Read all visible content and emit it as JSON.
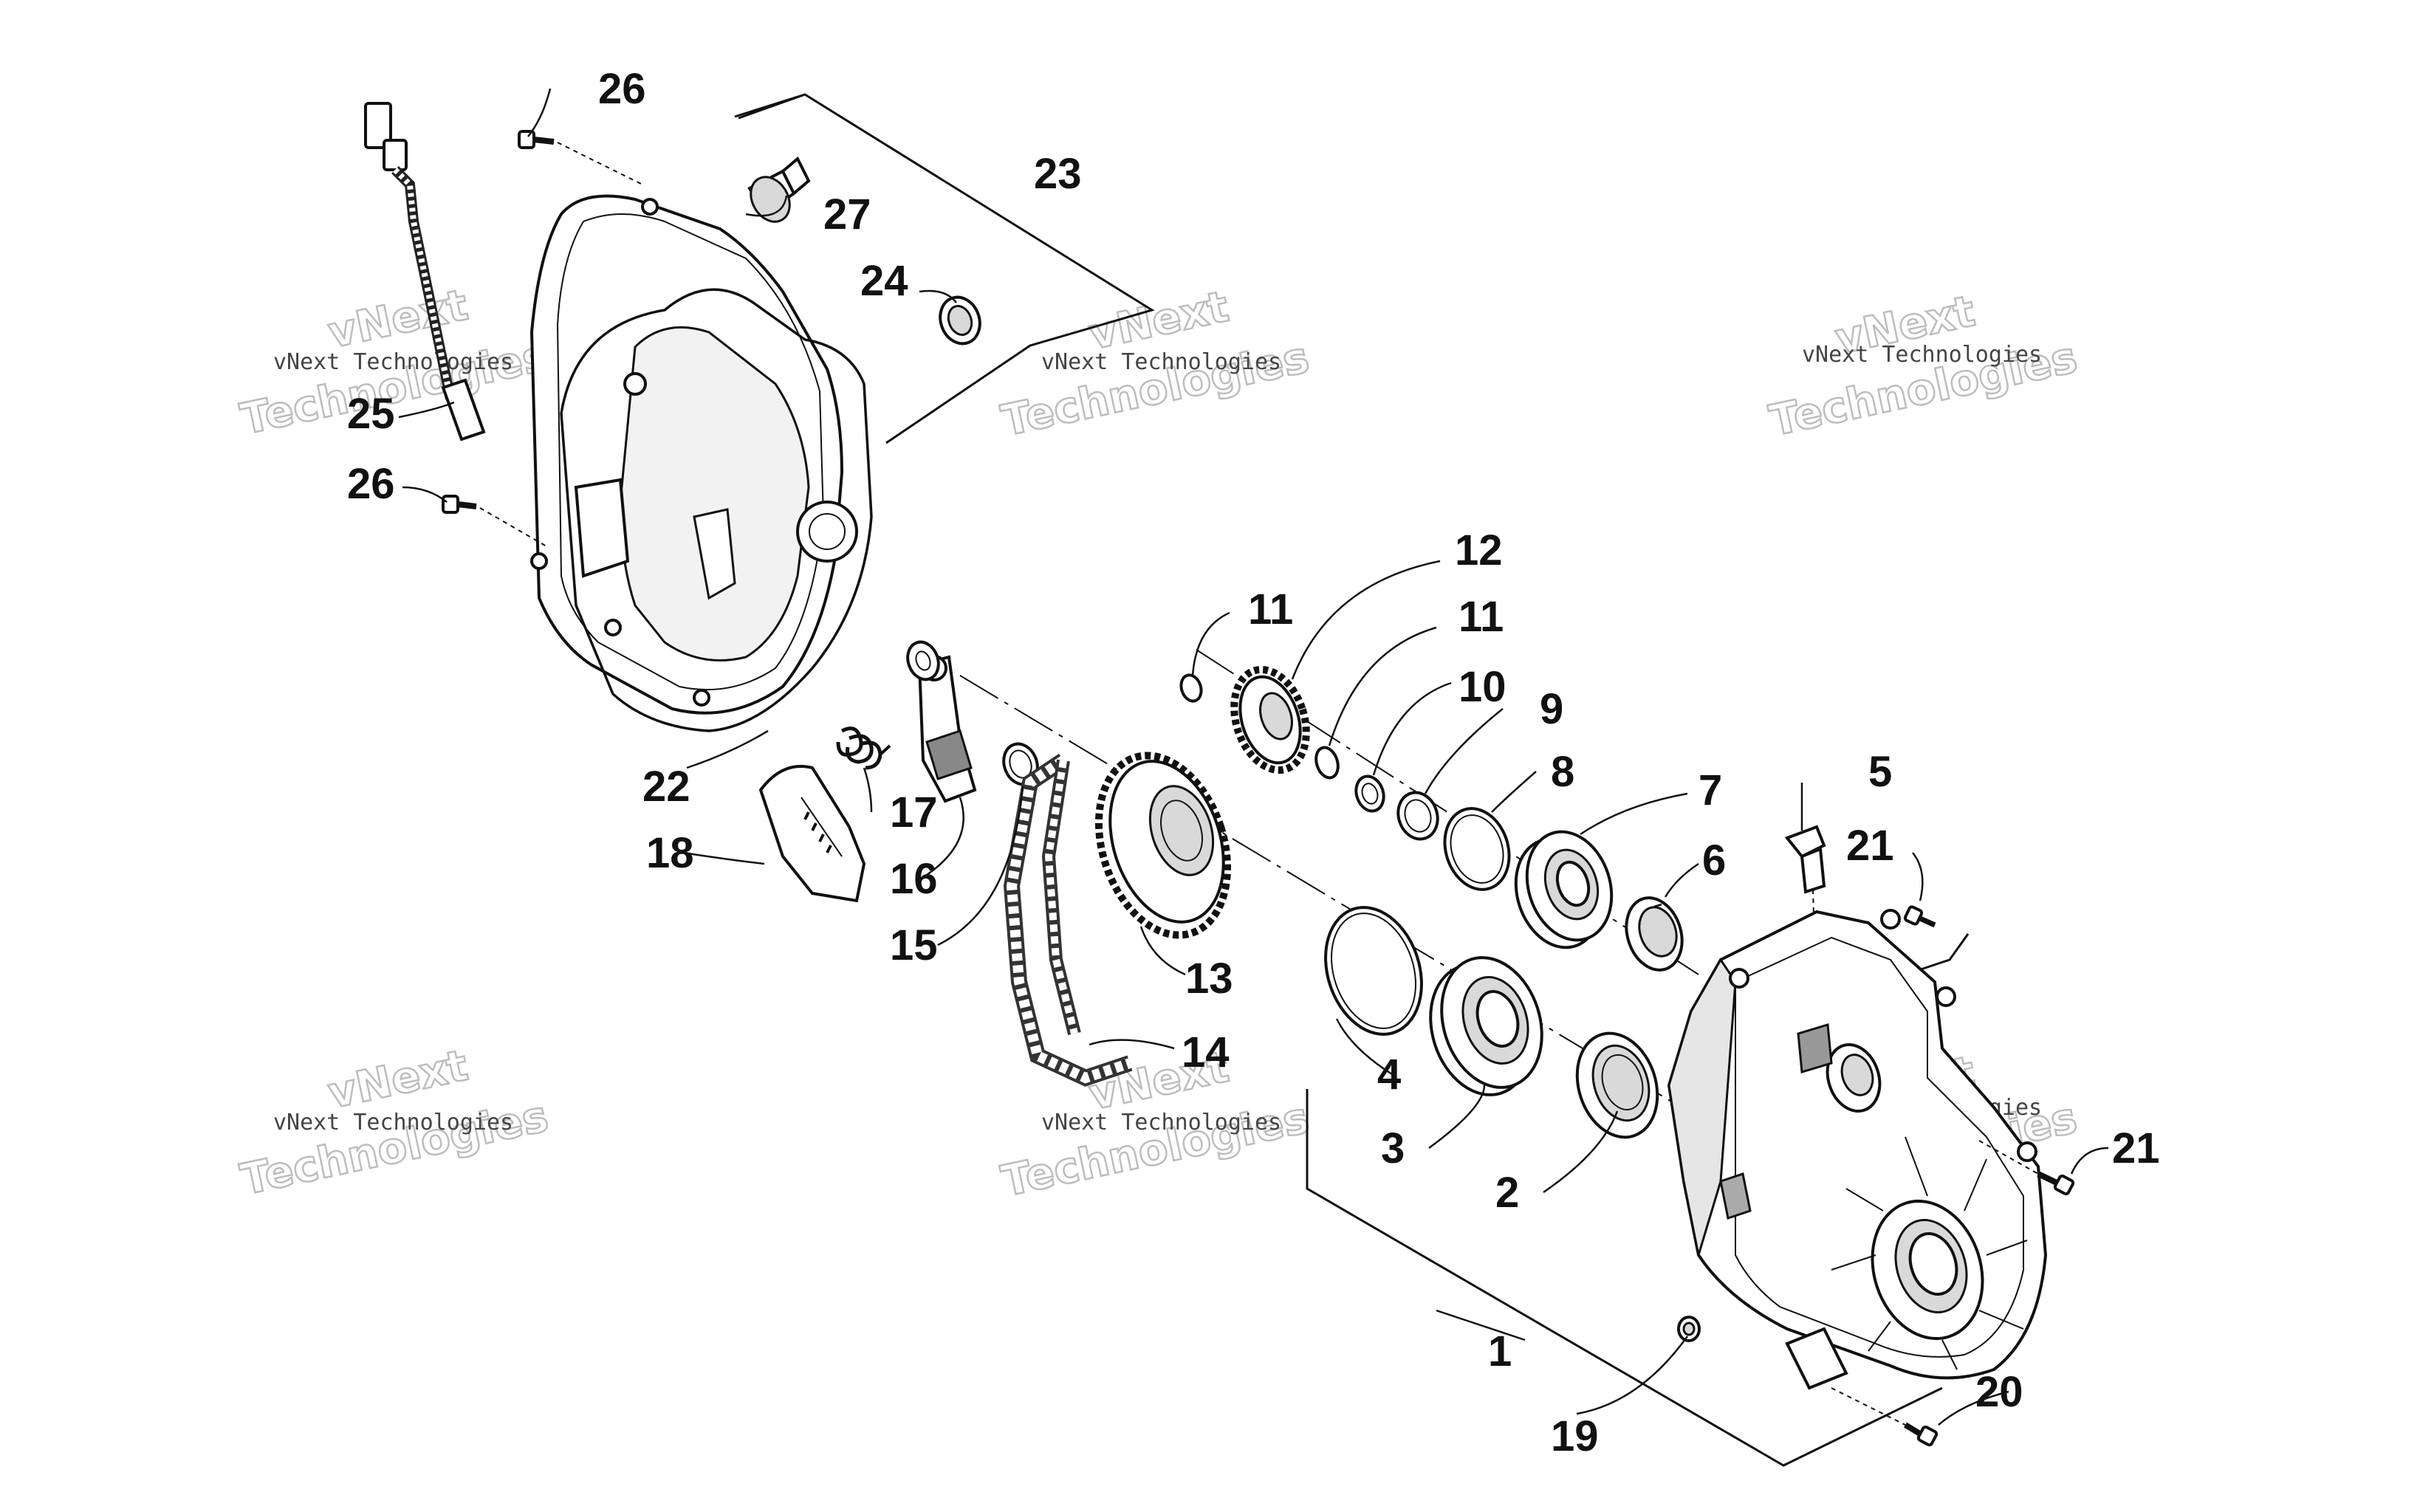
{
  "callouts": {
    "c1": "1",
    "c2": "2",
    "c3": "3",
    "c4": "4",
    "c5": "5",
    "c6": "6",
    "c7": "7",
    "c8": "8",
    "c9": "9",
    "c10": "10",
    "c11a": "11",
    "c11b": "11",
    "c12": "12",
    "c13": "13",
    "c14": "14",
    "c15": "15",
    "c16": "16",
    "c17": "17",
    "c18": "18",
    "c19": "19",
    "c20": "20",
    "c21a": "21",
    "c21b": "21",
    "c22": "22",
    "c23": "23",
    "c24": "24",
    "c25": "25",
    "c26a": "26",
    "c26b": "26",
    "c27": "27"
  },
  "watermark": {
    "small": "vNext Technologies",
    "line1": "vNext",
    "line2": "Technologies"
  }
}
